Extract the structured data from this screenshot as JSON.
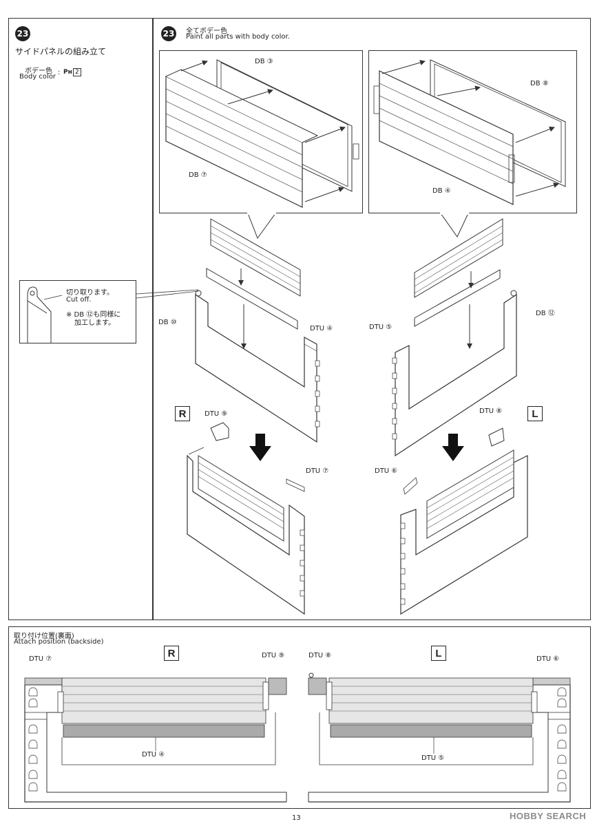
{
  "step_left": {
    "number": "23",
    "title_jp": "サイドパネルの組み立て",
    "body_color_jp": "ボデー色",
    "body_color_en": "Body color",
    "colon": ":",
    "paint_code": "Pн",
    "paint_num": "2"
  },
  "step_right": {
    "number": "23",
    "note_jp": "全てボデー色",
    "note_en": "Paint all parts with body color."
  },
  "cutoff_note": {
    "line1": "切り取ります。",
    "line2": "Cut off.",
    "line3": "※ DB ⑫も同様に",
    "line4": "加工します。"
  },
  "parts": {
    "db3": "DB ③",
    "db7": "DB ⑦",
    "db8": "DB ⑧",
    "db4": "DB ④",
    "db10": "DB ⑩",
    "db12": "DB ⑫",
    "dtu4": "DTU ④",
    "dtu5": "DTU ⑤",
    "dtu9": "DTU ⑨",
    "dtu8": "DTU ⑧",
    "dtu7": "DTU ⑦",
    "dtu6": "DTU ⑥"
  },
  "sides": {
    "right": "R",
    "left": "L"
  },
  "attach": {
    "title_jp": "取り付け位置(裏面)",
    "title_en": "Attach position (backside)"
  },
  "page_number": "13",
  "watermark": "HOBBY SEARCH"
}
